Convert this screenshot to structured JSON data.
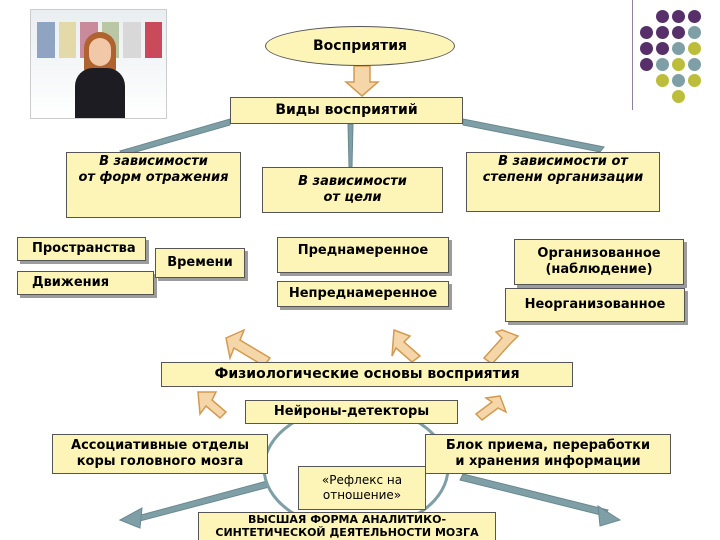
{
  "colors": {
    "purple": "#57306a",
    "teal": "#7f9fa6",
    "olive": "#bcbd3a",
    "cream": "#fdf5b8",
    "arrow_fill": "#f4d6a8",
    "arrow_stroke": "#d39a50"
  },
  "photo": {
    "icon": "woman-photo"
  },
  "dots_pattern": [
    [
      "",
      "purple",
      "purple",
      "purple"
    ],
    [
      "purple",
      "purple",
      "purple",
      "teal"
    ],
    [
      "purple",
      "purple",
      "teal",
      "olive"
    ],
    [
      "purple",
      "teal",
      "olive",
      "teal"
    ],
    [
      "",
      "olive",
      "teal",
      "olive"
    ],
    [
      "",
      "",
      "olive",
      ""
    ]
  ],
  "labels": {
    "perception": "Восприятия",
    "types": "Виды восприятий",
    "by_form_1": "В зависимости",
    "by_form_2": "от форм отражения",
    "by_goal_1": "В зависимости",
    "by_goal_2": "от цели",
    "by_org_1": "В зависимости от",
    "by_org_2": "степени организации",
    "space": "Пространства",
    "time": "Времени",
    "motion": "Движения",
    "intentional": "Преднамеренное",
    "unintentional": "Непреднамеренное",
    "organized_1": "Организованное",
    "organized_2": "(наблюдение)",
    "unorganized": "Неорганизованное",
    "physio": "Физиологические основы восприятия",
    "neurons": "Нейроны-детекторы",
    "assoc_1": "Ассоциативные отделы",
    "assoc_2": "коры головного мозга",
    "block_1": "Блок приема, переработки",
    "block_2": "и хранения информации",
    "reflex_1": "«Рефлекс на",
    "reflex_2": "отношение»",
    "higher_1": "ВЫСШАЯ ФОРМА АНАЛИТИКО-",
    "higher_2": "СИНТЕТИЧЕСКОЙ ДЕЯТЕЛЬНОСТИ МОЗГА"
  }
}
